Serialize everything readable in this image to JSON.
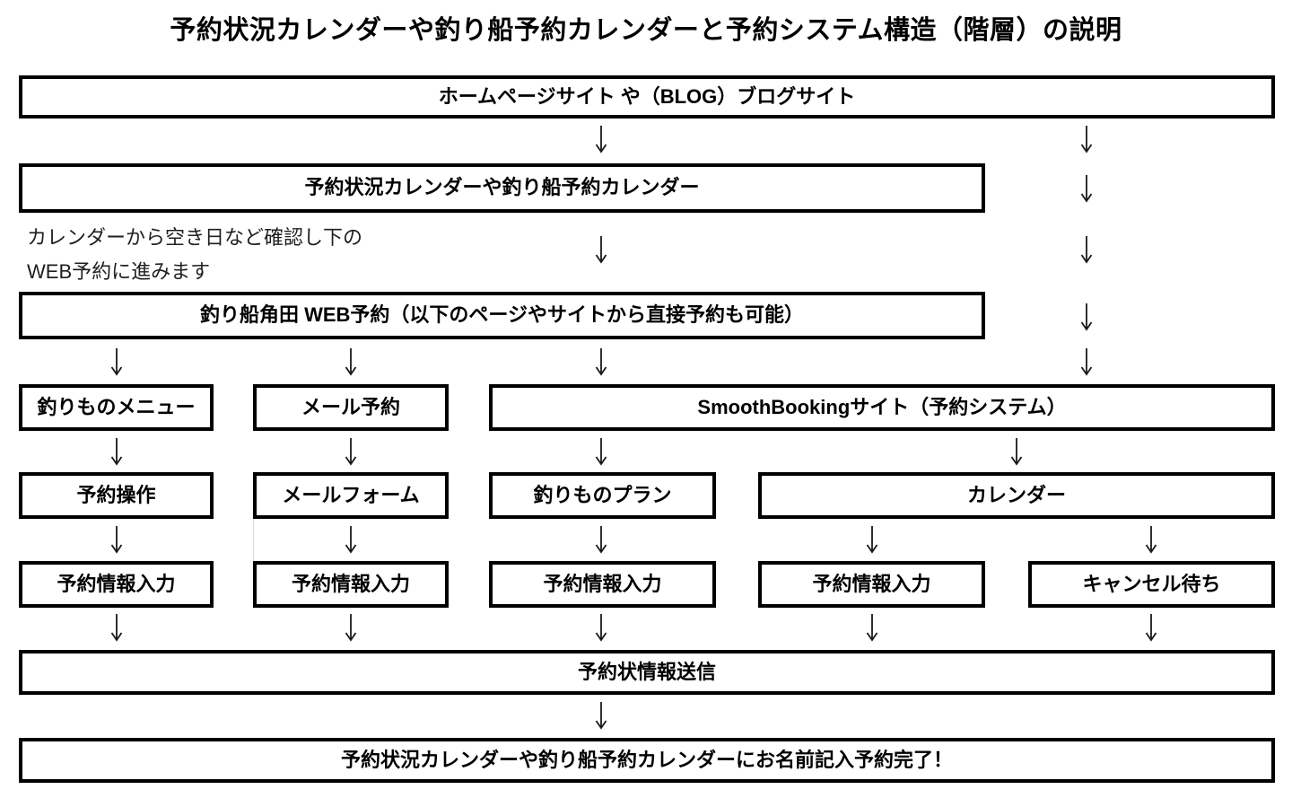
{
  "title": "予約状況カレンダーや釣り船予約カレンダーと予約システム構造（階層）の説明",
  "note": {
    "line1": "カレンダーから空き日など確認し下の",
    "line2": "WEB予約に進みます"
  },
  "flow": {
    "homepage": "ホームページサイト や（BLOG）ブログサイト",
    "reservation_calendar": "予約状況カレンダーや釣り船予約カレンダー",
    "web_booking": "釣り船角田 WEB予約（以下のページやサイトから直接予約も可能）",
    "fishing_menu": "釣りものメニュー",
    "mail_booking": "メール予約",
    "smooth_booking": "SmoothBookingサイト（予約システム）",
    "booking_operation": "予約操作",
    "mail_form": "メールフォーム",
    "fishing_plan": "釣りものプラン",
    "calendar": "カレンダー",
    "info_input_1": "予約情報入力",
    "info_input_2": "予約情報入力",
    "info_input_3": "予約情報入力",
    "info_input_4": "予約情報入力",
    "cancel_waiting": "キャンセル待ち",
    "send_booking_info": "予約状情報送信",
    "complete": "予約状況カレンダーや釣り船予約カレンダーにお名前記入予約完了！"
  },
  "icons": {
    "down_arrow": "↓"
  },
  "colors": {
    "background": "#ffffff",
    "box_border": "#000000",
    "text": "#000000",
    "arrow": "#1a1a1a"
  }
}
